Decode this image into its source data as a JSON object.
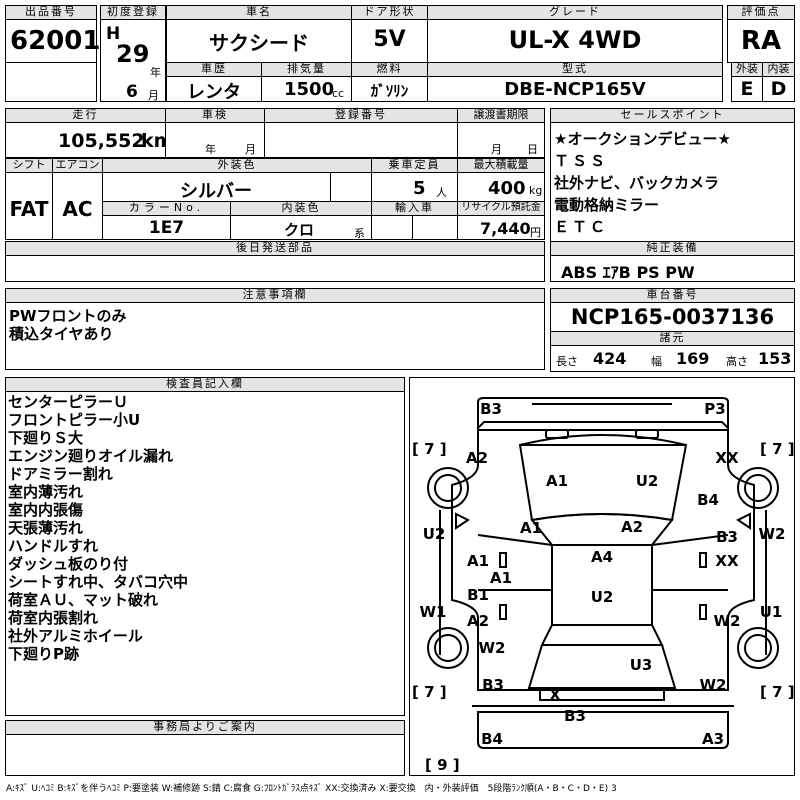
{
  "header": {
    "lot_no_label": "出品番号",
    "lot_no": "62001",
    "first_reg_label": "初度登録",
    "era_prefix": "H",
    "year": "29",
    "year_unit": "年",
    "month": "6",
    "month_unit": "月",
    "car_name_label": "車名",
    "car_name": "サクシード",
    "doors_label": "ドア形状",
    "doors": "5V",
    "grade_label": "グレード",
    "grade": "UL-X 4WD",
    "score_label": "評価点",
    "score": "RA",
    "history_label": "車歴",
    "history": "レンタ",
    "displacement_label": "排気量",
    "displacement": "1500",
    "displacement_unit": "cc",
    "fuel_label": "燃料",
    "fuel": "ｶﾞｿﾘﾝ",
    "model_label": "型式",
    "model": "DBE-NCP165V",
    "ext_label": "外装",
    "ext_grade": "E",
    "int_label": "内装",
    "int_grade": "D"
  },
  "row2": {
    "mileage_label": "走行",
    "mileage": "105,552",
    "mileage_unit": "km",
    "inspection_label": "車検",
    "inspection_year_unit": "年",
    "inspection_month_unit": "月",
    "plate_label": "登録番号",
    "transfer_label": "譲渡書期限",
    "transfer_month_unit": "月",
    "transfer_day_unit": "日",
    "shift_label": "シフト",
    "shift": "FAT",
    "ac_label": "エアコン",
    "ac": "AC",
    "color_label": "外装色",
    "color": "シルバー",
    "capacity_label": "乗車定員",
    "capacity": "5",
    "capacity_unit": "人",
    "load_label": "最大積載量",
    "load": "400",
    "load_unit": "kg",
    "color_no_label": "カラーNo.",
    "color_no": "1E7",
    "interior_label": "内装色",
    "interior_color": "クロ",
    "interior_unit": "系",
    "import_label": "輸入車",
    "recycle_label": "リサイクル預託金",
    "recycle": "7,440",
    "recycle_unit": "円",
    "later_parts_label": "後日発送部品"
  },
  "sales_points": {
    "label": "セールスポイント",
    "items": [
      "★オークションデビュー★",
      "ＴＳＳ",
      "社外ナビ、バックカメラ",
      "電動格納ミラー",
      "ＥＴＣ"
    ]
  },
  "equipment": {
    "label": "純正装備",
    "value": "ABS ｴｱB PS PW"
  },
  "notes": {
    "label": "注意事項欄",
    "items": [
      "PWフロントのみ",
      "積込タイヤあり"
    ]
  },
  "chassis": {
    "label": "車台番号",
    "value": "NCP165-0037136",
    "spec_label": "諸元",
    "length_label": "長さ",
    "length": "424",
    "width_label": "幅",
    "width": "169",
    "height_label": "高さ",
    "height": "153"
  },
  "inspector": {
    "label": "検査員記入欄",
    "items": [
      "センターピラーＵ",
      "フロントピラー小U",
      "下廻りＳ大",
      "エンジン廻りオイル漏れ",
      "ドアミラー割れ",
      "室内薄汚れ",
      "室内内張傷",
      "天張薄汚れ",
      "ハンドルすれ",
      "ダッシュ板のり付",
      "シートすれ中、タバコ穴中",
      "荷室ＡＵ、マット破れ",
      "荷室内張割れ",
      "社外アルミホイール",
      "下廻りP跡"
    ]
  },
  "office": {
    "label": "事務局よりご案内"
  },
  "diagram": {
    "tires": {
      "front_left": "[ 7 ]",
      "front_right": "[ 7 ]",
      "rear_left": "[ 7 ]",
      "rear_right": "[ 7 ]",
      "spare": "[ 9 ]"
    },
    "marks": [
      "B3",
      "P3",
      "A2",
      "XX",
      "A1",
      "U2",
      "B4",
      "A1",
      "A2",
      "U2",
      "W2",
      "A1",
      "B3",
      "XX",
      "A1",
      "A4",
      "B1",
      "U2",
      "W1",
      "U1",
      "A2",
      "W2",
      "W2",
      "U3",
      "B3",
      "W2",
      "X",
      "B3",
      "B4",
      "A3"
    ]
  },
  "legend": "A:ｷｽﾞ U:ﾍｺﾐ B:ｷｽﾞを伴うﾍｺﾐ P:要塗装 W:補修跡 S:錆 C:腐食 G:ﾌﾛﾝﾄｶﾞﾗｽ点ｷｽﾞ XX:交換済み X:要交換　内・外装評価　5段階ﾗﾝｸ順(A・B・C・D・E) 3"
}
